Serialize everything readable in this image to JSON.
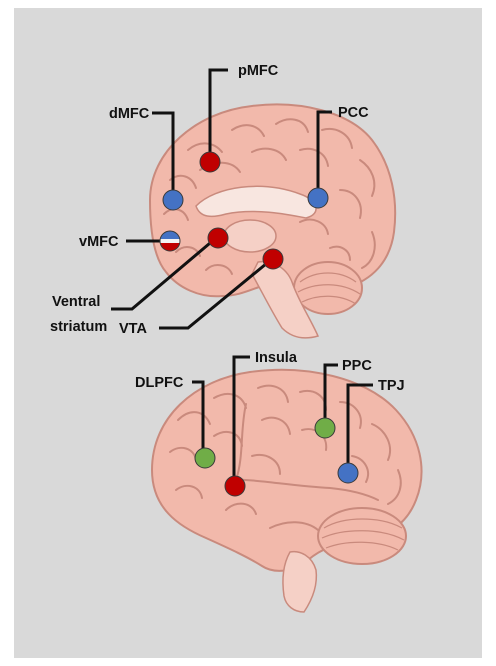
{
  "labels": {
    "pmfc": "pMFC",
    "dmfc": "dMFC",
    "pcc": "PCC",
    "vmfc": "vMFC",
    "ventral_1": "Ventral",
    "ventral_2": "striatum",
    "vta": "VTA",
    "insula": "Insula",
    "ppc": "PPC",
    "dlpfc": "DLPFC",
    "tpj": "TPJ"
  },
  "colors": {
    "background": "#d9d9d9",
    "brain_fill": "#f2b9ab",
    "brain_fold": "#c98a7d",
    "red_marker": "#c00000",
    "blue_marker": "#4472c4",
    "green_marker": "#70ad47",
    "leader_line": "#111111"
  },
  "markers": [
    {
      "region": "pMFC",
      "color": "red"
    },
    {
      "region": "dMFC",
      "color": "blue"
    },
    {
      "region": "PCC",
      "color": "blue"
    },
    {
      "region": "vMFC",
      "color": "blue-red"
    },
    {
      "region": "Ventral striatum",
      "color": "red"
    },
    {
      "region": "VTA",
      "color": "red"
    },
    {
      "region": "Insula",
      "color": "red"
    },
    {
      "region": "PPC",
      "color": "green"
    },
    {
      "region": "DLPFC",
      "color": "green"
    },
    {
      "region": "TPJ",
      "color": "blue"
    }
  ]
}
